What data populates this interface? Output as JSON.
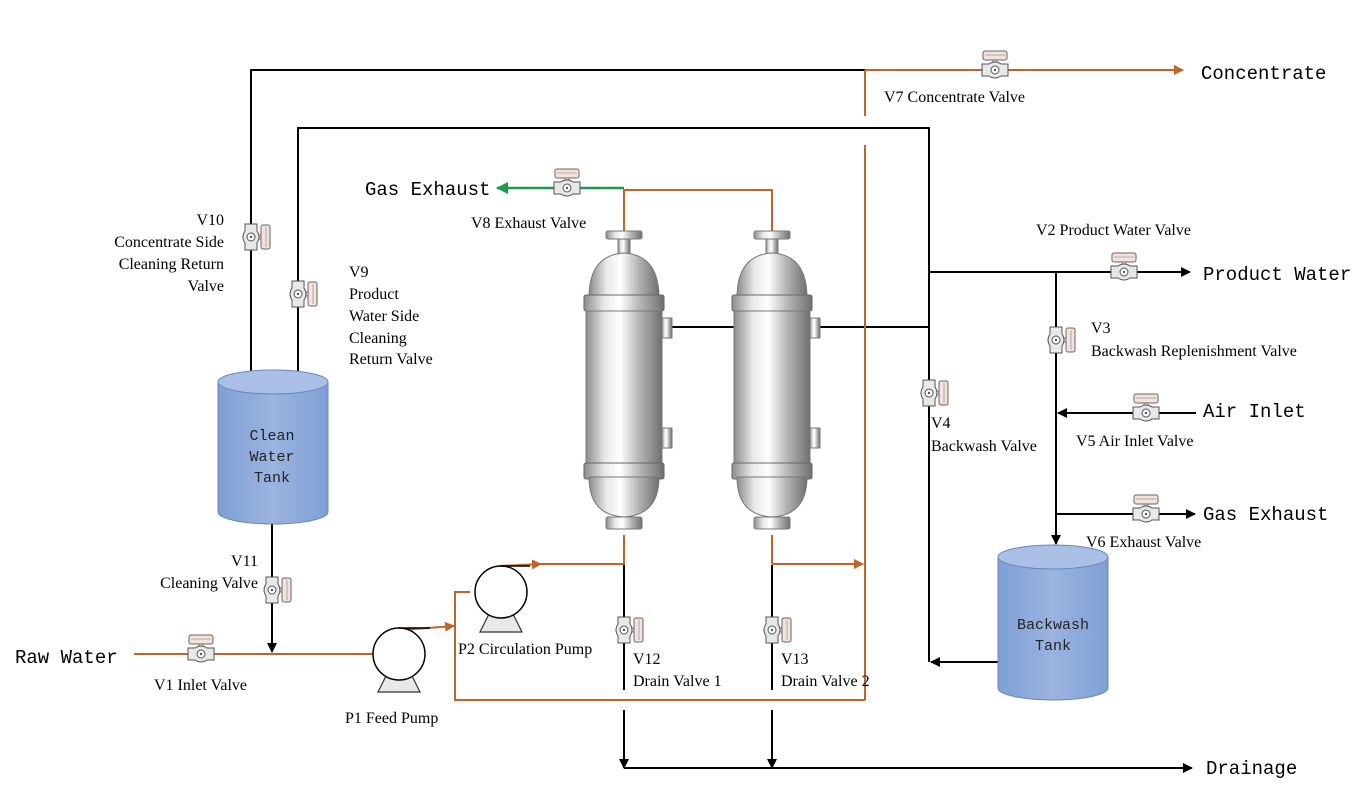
{
  "colors": {
    "orange_line": "#c0652a",
    "black_line": "#000000",
    "green_line": "#1a9a4a",
    "tank_fill": "#8faadc"
  },
  "streams": {
    "concentrate": "Concentrate",
    "gas_exhaust_top": "Gas Exhaust",
    "product_water": "Product Water",
    "air_inlet": "Air Inlet",
    "gas_exhaust_right": "Gas Exhaust",
    "raw_water": "Raw Water",
    "drainage": "Drainage"
  },
  "tanks": {
    "clean": [
      "Clean",
      "Water",
      "Tank"
    ],
    "backwash": [
      "Backwash",
      "Tank"
    ]
  },
  "valves": {
    "v1": "V1 Inlet Valve",
    "v2": "V2 Product Water Valve",
    "v3": [
      "V3",
      "Backwash Replenishment Valve"
    ],
    "v4": [
      "V4",
      "Backwash Valve"
    ],
    "v5": "V5 Air Inlet Valve",
    "v6": "V6 Exhaust Valve",
    "v7": "V7 Concentrate Valve",
    "v8": "V8 Exhaust Valve",
    "v9": [
      "V9",
      "Product",
      "Water Side",
      "Cleaning",
      "Return Valve"
    ],
    "v10": [
      "V10",
      "Concentrate Side",
      "Cleaning Return",
      "Valve"
    ],
    "v11": [
      "V11",
      "Cleaning Valve"
    ],
    "v12": [
      "V12",
      "Drain Valve 1"
    ],
    "v13": [
      "V13",
      "Drain Valve 2"
    ]
  },
  "pumps": {
    "p1": "P1 Feed Pump",
    "p2": "P2 Circulation Pump"
  }
}
